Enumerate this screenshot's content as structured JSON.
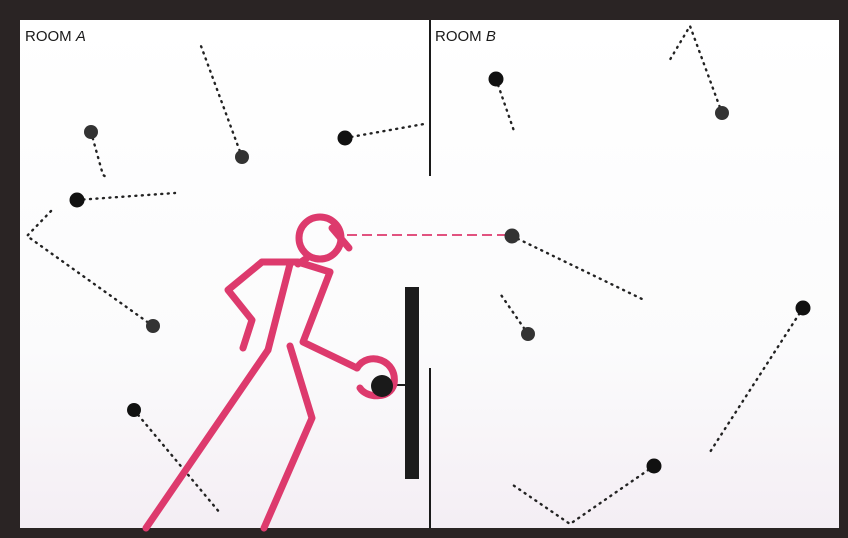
{
  "rooms": [
    {
      "prefix": "ROOM ",
      "letter": "A"
    },
    {
      "prefix": "ROOM ",
      "letter": "B"
    }
  ],
  "colors": {
    "frame": "#2a2424",
    "paper": "#fbfbfb",
    "figure": "#dd3a6d",
    "molecule": "#111111",
    "molecule_dim": "#333333"
  },
  "icons": [
    "molecule-dot",
    "demon-figure",
    "trapdoor-shutter",
    "room-divider"
  ]
}
